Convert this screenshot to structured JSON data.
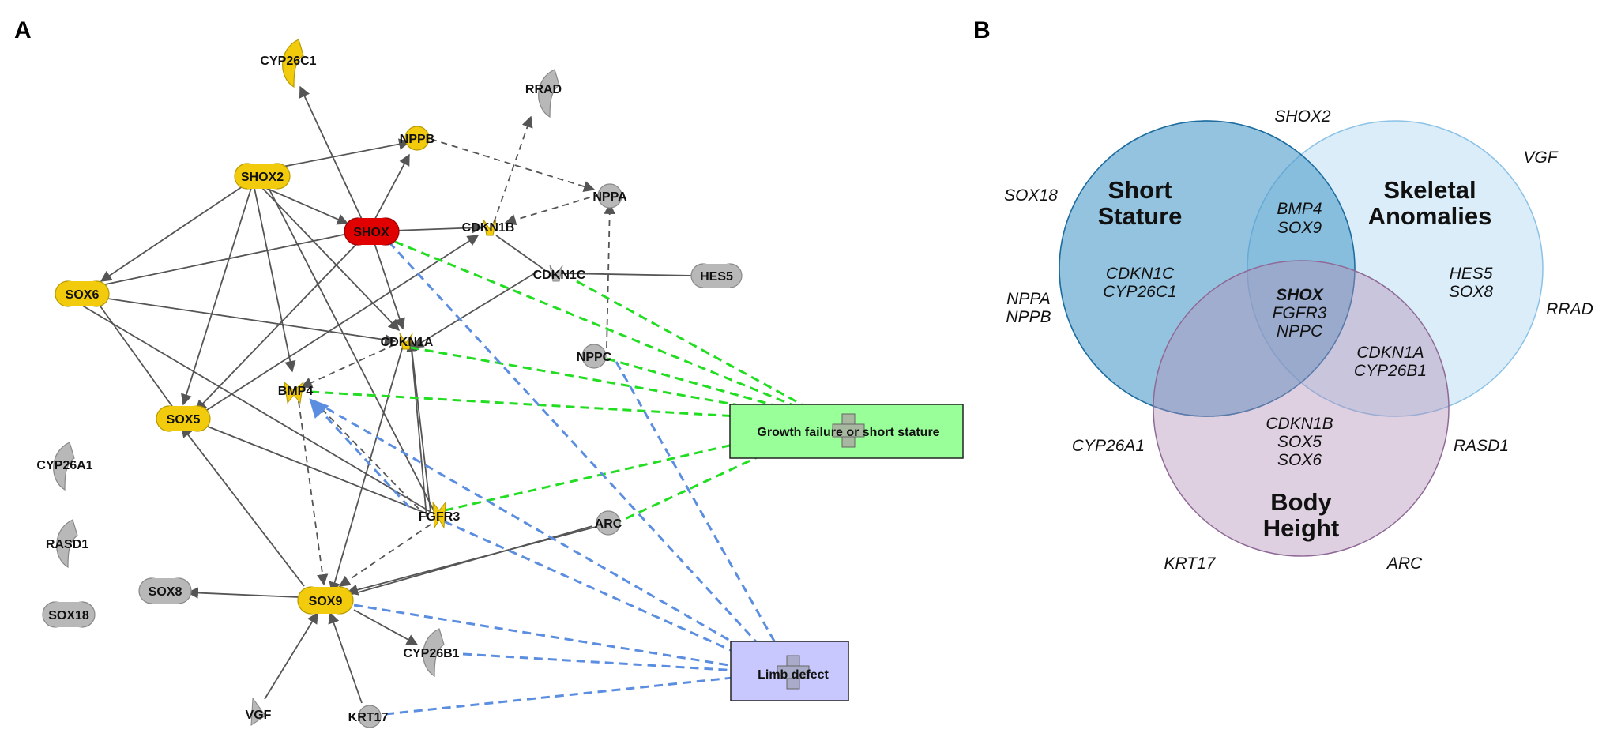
{
  "panel_a": {
    "label": "A",
    "nodes": {
      "CYP26C1": "CYP26C1",
      "RRAD": "RRAD",
      "NPPB": "NPPB",
      "SHOX2": "SHOX2",
      "NPPA": "NPPA",
      "SHOX": "SHOX",
      "CDKN1B": "CDKN1B",
      "CDKN1C": "CDKN1C",
      "HES5": "HES5",
      "SOX6": "SOX6",
      "CDKN1A": "CDKN1A",
      "NPPC": "NPPC",
      "BMP4": "BMP4",
      "SOX5": "SOX5",
      "CYP26A1": "CYP26A1",
      "RASD1": "RASD1",
      "SOX18": "SOX18",
      "FGFR3": "FGFR3",
      "ARC": "ARC",
      "SOX8": "SOX8",
      "SOX9": "SOX9",
      "CYP26B1": "CYP26B1",
      "VGF": "VGF",
      "KRT17": "KRT17"
    },
    "phenotypes": {
      "growth": "Growth failure or short stature",
      "limb": "Limb defect"
    },
    "colors": {
      "shox": "#e00000",
      "yellow": "#f2cc0c",
      "gray": "#b8b8b8",
      "edge_solid": "#555555",
      "edge_green": "#22dd22",
      "edge_blue": "#5b8ee0",
      "growth_box": "#99ff99",
      "limb_box": "#c8c8ff"
    }
  },
  "panel_b": {
    "label": "B",
    "circles": {
      "short_stature": [
        "Short",
        "Stature"
      ],
      "skeletal": [
        "Skeletal",
        "Anomalies"
      ],
      "body_height": [
        "Body",
        "Height"
      ]
    },
    "genes": {
      "shox2": "SHOX2",
      "vgf": "VGF",
      "sox18": "SOX18",
      "bmp4": "BMP4",
      "sox9": "SOX9",
      "cdkn1c": "CDKN1C",
      "cyp26c1": "CYP26C1",
      "hes5": "HES5",
      "sox8": "SOX8",
      "nppa": "NPPA",
      "nppb": "NPPB",
      "shox": "SHOX",
      "fgfr3": "FGFR3",
      "nppc": "NPPC",
      "rrad": "RRAD",
      "cdkn1a": "CDKN1A",
      "cyp26b1": "CYP26B1",
      "cdkn1b": "CDKN1B",
      "sox5": "SOX5",
      "sox6": "SOX6",
      "cyp26a1": "CYP26A1",
      "rasd1": "RASD1",
      "krt17": "KRT17",
      "arc": "ARC"
    },
    "colors": {
      "short_stature": "#3a8ec0",
      "skeletal": "#a8d4f0",
      "body_height": "#b28fb8"
    }
  }
}
